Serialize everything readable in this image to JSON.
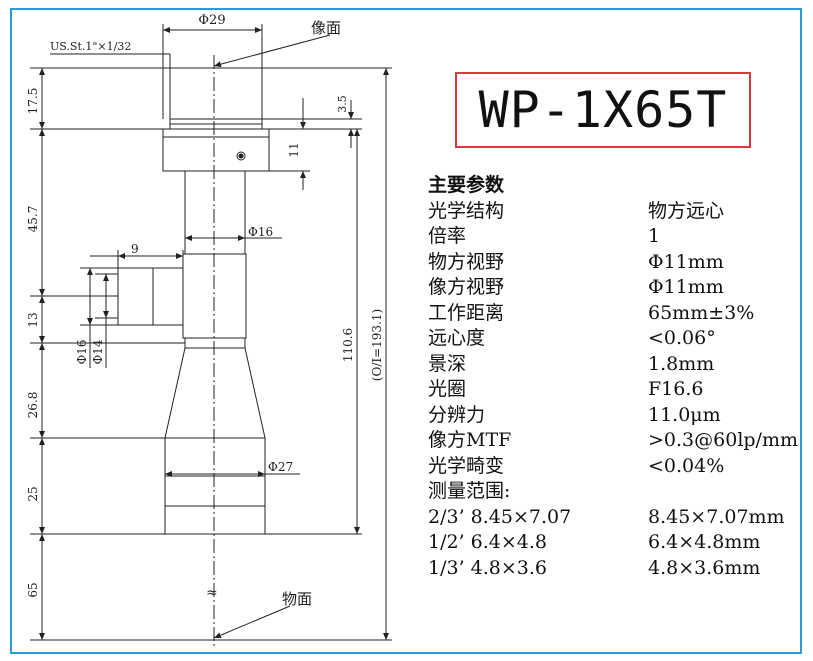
{
  "title": "WP-1X65T",
  "drawing": {
    "label_image_plane": "像面",
    "label_object_plane": "物面",
    "thread_spec": "US.St.1\"×1/32",
    "dim_d29": "Φ29",
    "dim_d16_top": "Φ16",
    "dim_d27": "Φ27",
    "dim_d16_side": "Φ16",
    "dim_d14_side": "Φ14",
    "dim_9": "9",
    "dim_17_5": "17.5",
    "dim_3_5": "3.5",
    "dim_11": "11",
    "dim_45_7": "45.7",
    "dim_13": "13",
    "dim_110_6": "110.6",
    "dim_total": "(O/I=193.1)",
    "dim_26_8": "26.8",
    "dim_25": "25",
    "dim_65": "65",
    "break_mark": "≈"
  },
  "params": {
    "heading": "主要参数",
    "rows": [
      {
        "key": "光学结构",
        "value": "物方远心"
      },
      {
        "key": "倍率",
        "value": "1"
      },
      {
        "key": "物方视野",
        "value": "Φ11mm"
      },
      {
        "key": "像方视野",
        "value": "Φ11mm"
      },
      {
        "key": "工作距离",
        "value": "65mm±3%"
      },
      {
        "key": "远心度",
        "value": "<0.06°"
      },
      {
        "key": "景深",
        "value": "1.8mm"
      },
      {
        "key": "光圈",
        "value": "F16.6"
      },
      {
        "key": "分辨力",
        "value": "11.0μm"
      },
      {
        "key": "像方MTF",
        "value": ">0.3@60lp/mm"
      },
      {
        "key": "光学畸变",
        "value": "<0.04%"
      },
      {
        "key": "测量范围:",
        "value": ""
      },
      {
        "key": "2/3’ 8.45×7.07",
        "value": "8.45×7.07mm"
      },
      {
        "key": "1/2’ 6.4×4.8",
        "value": "6.4×4.8mm"
      },
      {
        "key": "1/3’ 4.8×3.6",
        "value": "4.8×3.6mm"
      }
    ]
  }
}
